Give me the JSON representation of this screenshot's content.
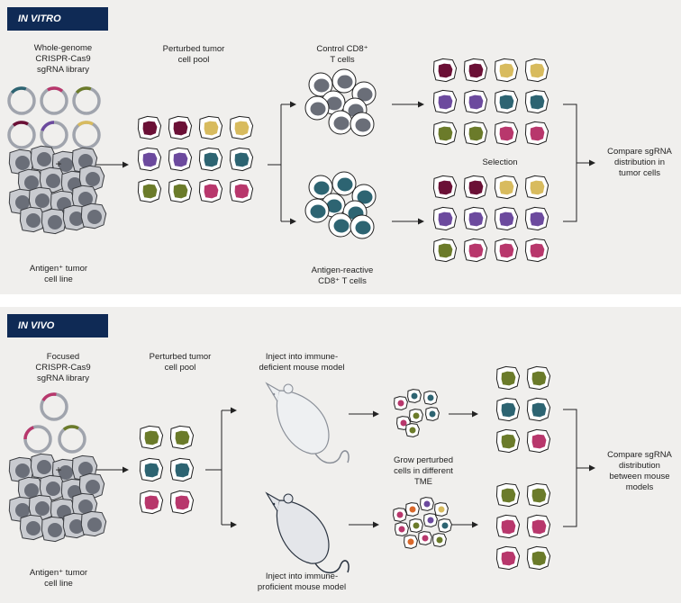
{
  "in_vitro": {
    "tag": "IN VITRO",
    "library_line1": "Whole-genome",
    "library_line2": "CRISPR-Cas9",
    "library_line3": "sgRNA library",
    "plus": "+",
    "cell_line_line1": "Antigen⁺ tumor",
    "cell_line_line2": "cell line",
    "pool_line1": "Perturbed tumor",
    "pool_line2": "cell pool",
    "control_line1": "Control CD8⁺",
    "control_line2": "T cells",
    "reactive_line1": "Antigen-reactive",
    "reactive_line2": "CD8⁺ T cells",
    "selection": "Selection",
    "compare_line1": "Compare sgRNA",
    "compare_line2": "distribution in",
    "compare_line3": "tumor cells"
  },
  "in_vivo": {
    "tag": "IN VIVO",
    "library_line1": "Focused",
    "library_line2": "CRISPR-Cas9",
    "library_line3": "sgRNA library",
    "plus": "+",
    "cell_line_line1": "Antigen⁺ tumor",
    "cell_line_line2": "cell line",
    "pool_line1": "Perturbed tumor",
    "pool_line2": "cell pool",
    "deficient_line1": "Inject into immune-",
    "deficient_line2": "deficient mouse model",
    "proficient_line1": "Inject into immune-",
    "proficient_line2": "proficient mouse model",
    "grow_line1": "Grow perturbed",
    "grow_line2": "cells in different",
    "grow_line3": "TME",
    "compare_line1": "Compare sgRNA",
    "compare_line2": "distribution",
    "compare_line3": "between mouse",
    "compare_line4": "models"
  },
  "colors": {
    "maroon": "#6b1036",
    "pink": "#b8376c",
    "gold": "#d8bb5e",
    "purple": "#6c4a9e",
    "teal": "#2d6472",
    "olive": "#6b7b2a",
    "orange": "#d9682b",
    "gray_cell": "#6a6e78",
    "panel_bg": "#f0efed",
    "tag_bg": "#0f2a55"
  }
}
